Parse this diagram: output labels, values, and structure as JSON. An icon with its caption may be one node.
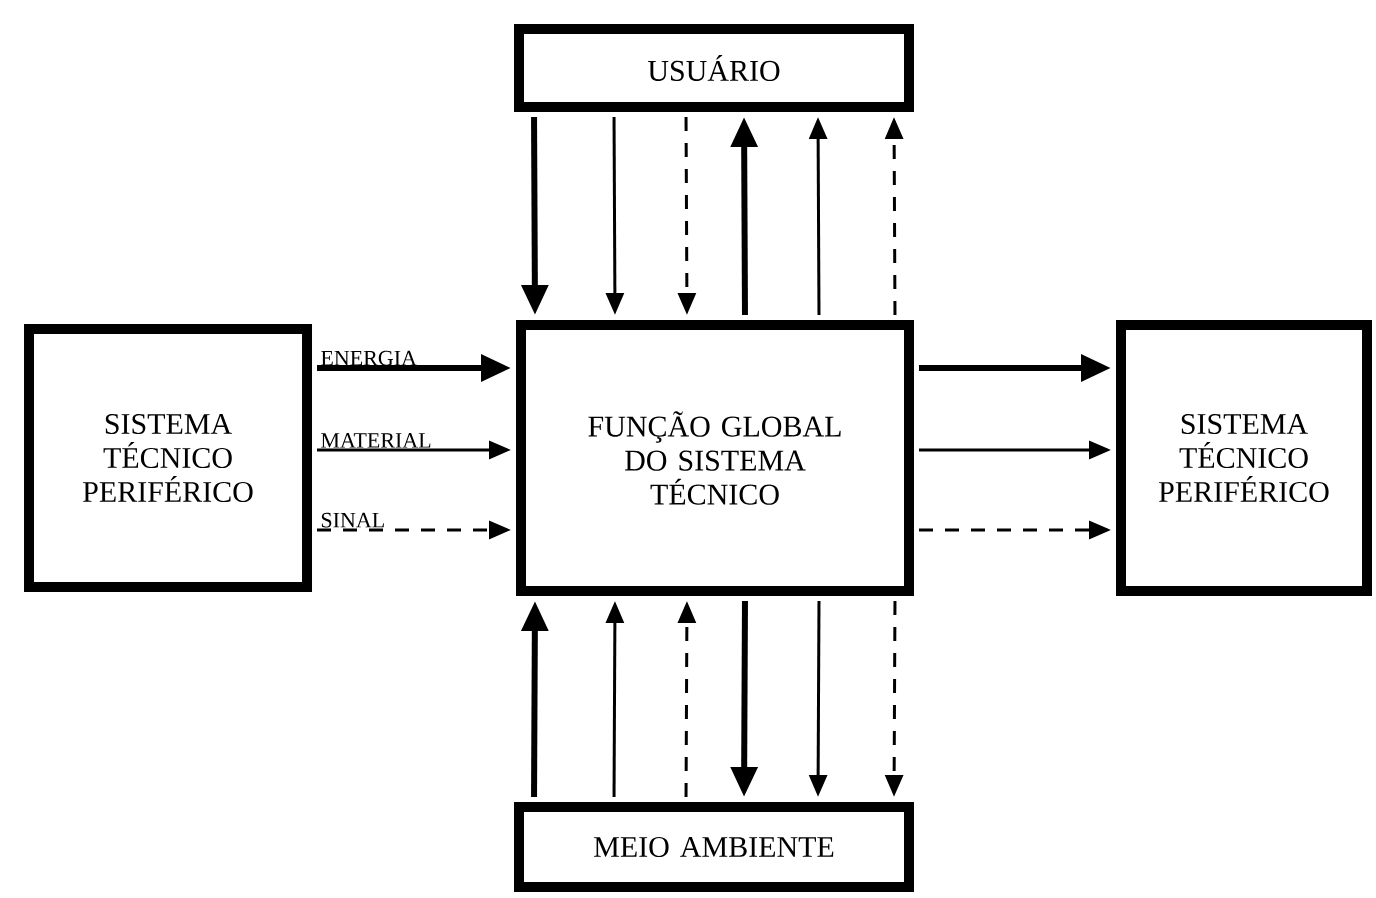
{
  "diagram": {
    "nodes": [
      {
        "text": [
          "USUÁRIO"
        ]
      },
      {
        "text": [
          "SISTEMA TÉCNICO PERIFÉRICO"
        ]
      },
      {
        "text": [
          "FUNÇÃO GLOBAL DO SISTEMA TÉCNICO"
        ]
      },
      {
        "text": [
          "SISTEMA TÉCNICO PERIFÉRICO"
        ]
      },
      {
        "text": [
          "MEIO AMBIENTE"
        ]
      }
    ],
    "edges": [
      {
        "from": 1,
        "to": 2,
        "arrow": "to",
        "label": "ENERGIA",
        "style": "thick"
      },
      {
        "from": 1,
        "to": 2,
        "arrow": "to",
        "label": "MATERIAL"
      },
      {
        "from": 1,
        "to": 2,
        "arrow": "to",
        "label": "SINAL",
        "style": "dashed"
      },
      {
        "from": 2,
        "to": 3,
        "arrow": "to",
        "style": "thick"
      },
      {
        "from": 2,
        "to": 3,
        "arrow": "to"
      },
      {
        "from": 2,
        "to": 3,
        "arrow": "to",
        "style": "dashed"
      },
      {
        "from": 0,
        "to": 2,
        "arrow": "to",
        "style": "thick"
      },
      {
        "from": 0,
        "to": 2,
        "arrow": "to"
      },
      {
        "from": 0,
        "to": 2,
        "arrow": "to",
        "style": "dashed"
      },
      {
        "from": 2,
        "to": 0,
        "arrow": "to",
        "style": "thick"
      },
      {
        "from": 2,
        "to": 0,
        "arrow": "to"
      },
      {
        "from": 2,
        "to": 0,
        "arrow": "to",
        "style": "dashed"
      },
      {
        "from": 4,
        "to": 2,
        "arrow": "to",
        "style": "thick"
      },
      {
        "from": 4,
        "to": 2,
        "arrow": "to"
      },
      {
        "from": 4,
        "to": 2,
        "arrow": "to",
        "style": "dashed"
      },
      {
        "from": 2,
        "to": 4,
        "arrow": "to",
        "style": "thick"
      },
      {
        "from": 2,
        "to": 4,
        "arrow": "to"
      },
      {
        "from": 2,
        "to": 4,
        "arrow": "to",
        "style": "dashed"
      }
    ]
  }
}
